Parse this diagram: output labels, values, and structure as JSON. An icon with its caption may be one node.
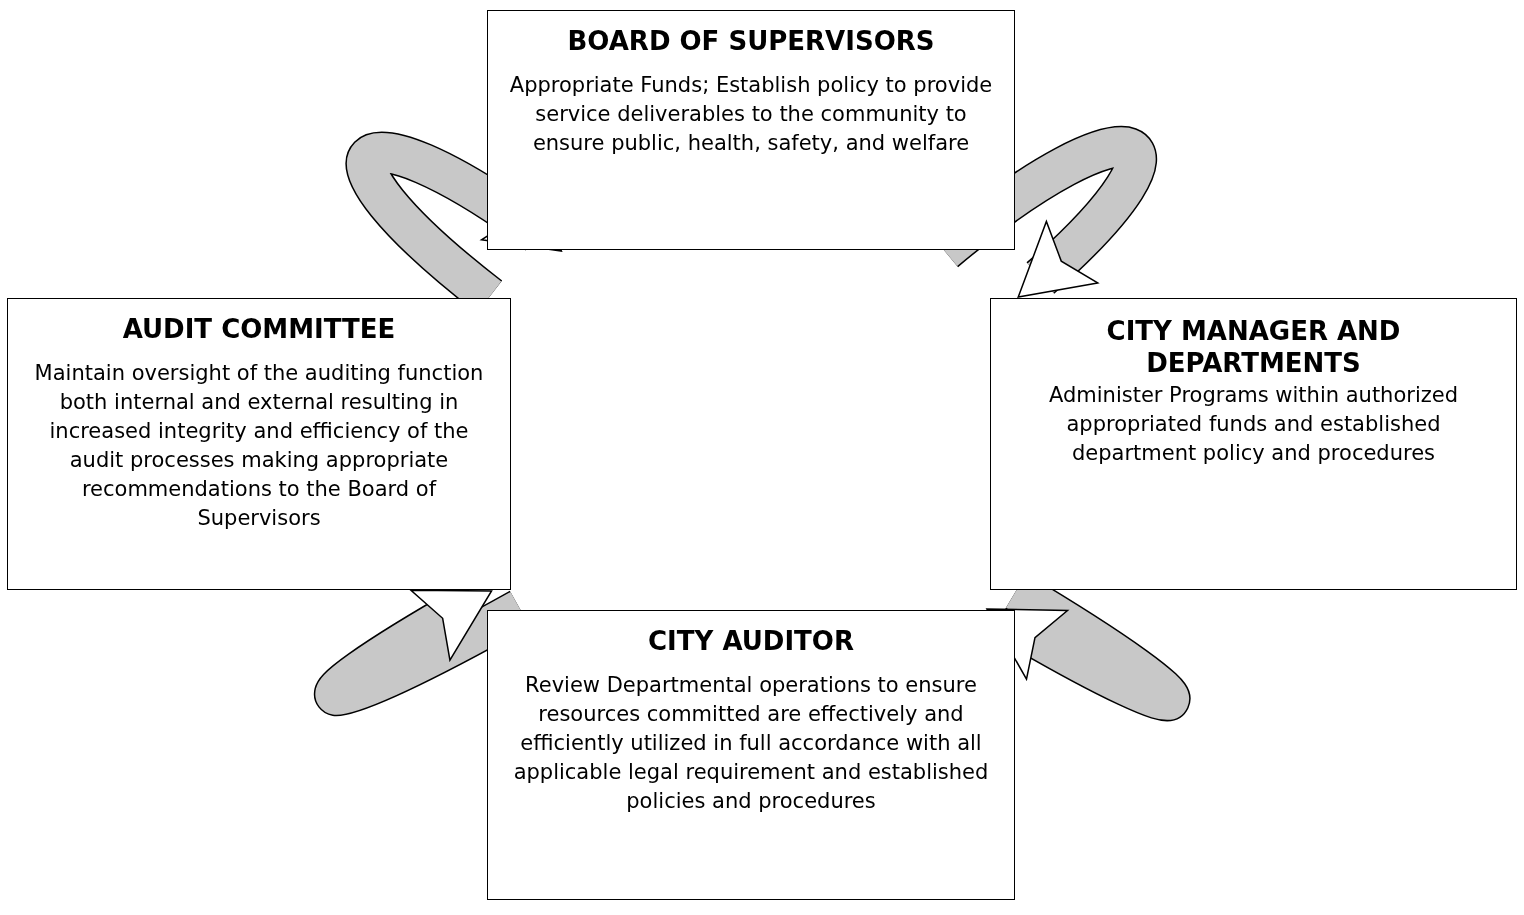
{
  "diagram": {
    "nodes": [
      {
        "text": [
          "BOARD OF SUPERVISORS",
          "Appropriate Funds; Establish policy to provide service deliverables to the community to ensure public, health, safety, and welfare"
        ]
      },
      {
        "text": [
          "CITY MANAGER AND DEPARTMENTS",
          "Administer Programs within authorized appropriated funds and established department policy and procedures"
        ]
      },
      {
        "text": [
          "CITY AUDITOR",
          "Review Departmental operations to ensure resources committed are effectively and efficiently utilized in full accordance with all applicable legal requirement and established policies and procedures"
        ]
      },
      {
        "text": [
          "AUDIT COMMITTEE",
          "Maintain oversight of the auditing function both internal and external resulting in increased integrity and efficiency of the audit processes making appropriate recommendations to the Board of Supervisors"
        ]
      }
    ],
    "edges": [
      {
        "from": 0,
        "to": 1,
        "arrow": "to"
      },
      {
        "from": 1,
        "to": 2,
        "arrow": "to"
      },
      {
        "from": 2,
        "to": 3,
        "arrow": "to"
      },
      {
        "from": 3,
        "to": 0,
        "arrow": "to"
      }
    ]
  }
}
